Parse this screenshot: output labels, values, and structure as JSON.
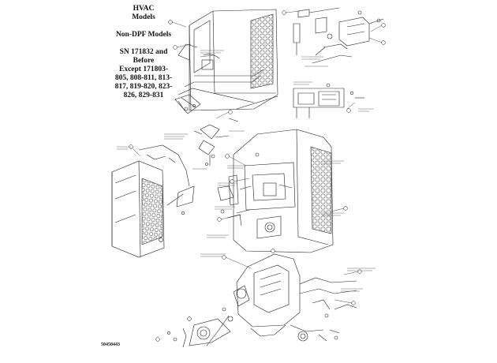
{
  "title": {
    "line1": "HVAC",
    "line2": "Models",
    "line3": "Non-DPF Models",
    "line4": "SN 171832 and",
    "line5": "Before",
    "line6": "Except 171803-",
    "line7": "805, 808-811, 813-",
    "line8": "817, 819-820, 823-",
    "line9": "826, 829-831"
  },
  "part_number": "50450443"
}
